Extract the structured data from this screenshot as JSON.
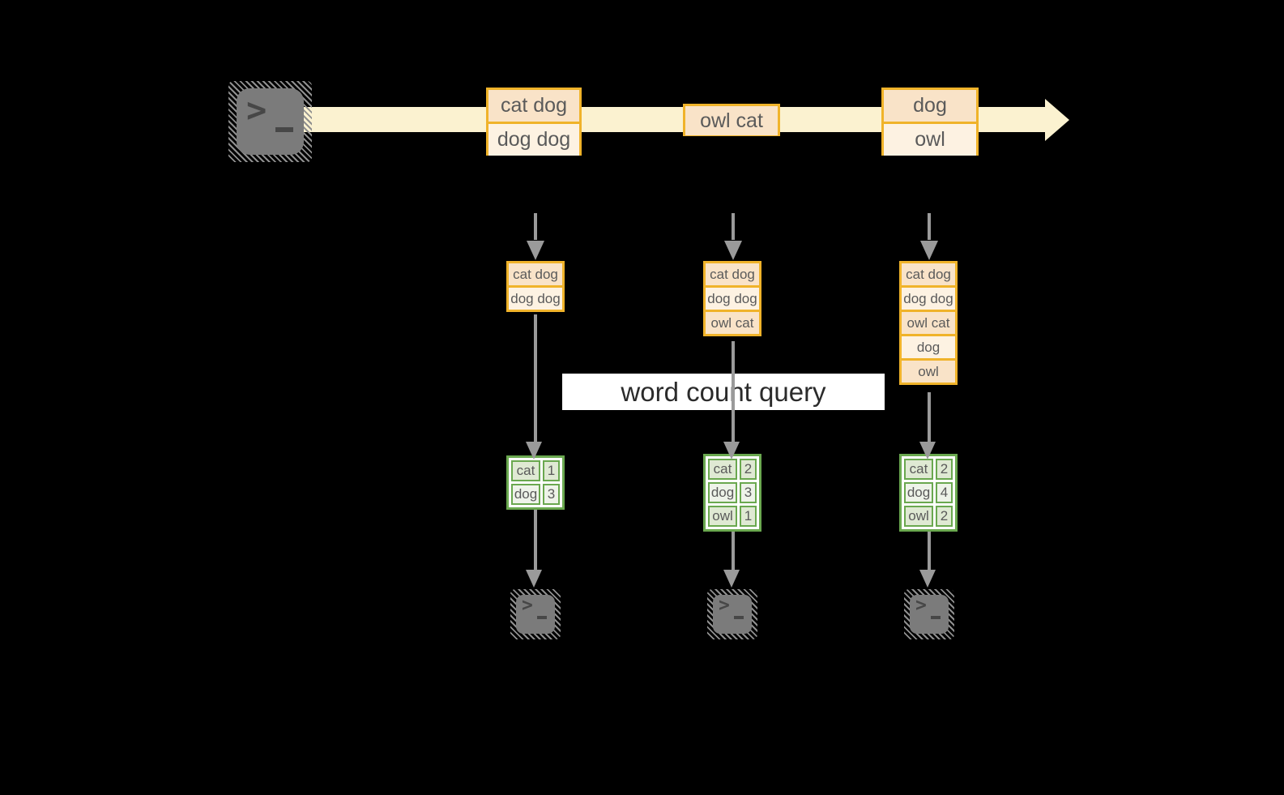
{
  "query_box": {
    "label": "word count query"
  },
  "stream": {
    "source_icon": "terminal-icon",
    "events": [
      {
        "rows": [
          "cat dog",
          "dog dog"
        ]
      },
      {
        "rows": [
          "owl cat"
        ]
      },
      {
        "rows": [
          "dog",
          "owl"
        ]
      }
    ]
  },
  "micro_batches": [
    {
      "rows": [
        "cat dog",
        "dog dog"
      ]
    },
    {
      "rows": [
        "cat dog",
        "dog dog",
        "owl cat"
      ]
    },
    {
      "rows": [
        "cat dog",
        "dog dog",
        "owl cat",
        "dog",
        "owl"
      ]
    }
  ],
  "result_tables": [
    {
      "rows": [
        {
          "word": "cat",
          "count": "1"
        },
        {
          "word": "dog",
          "count": "3"
        }
      ]
    },
    {
      "rows": [
        {
          "word": "cat",
          "count": "2"
        },
        {
          "word": "dog",
          "count": "3"
        },
        {
          "word": "owl",
          "count": "1"
        }
      ]
    },
    {
      "rows": [
        {
          "word": "cat",
          "count": "2"
        },
        {
          "word": "dog",
          "count": "4"
        },
        {
          "word": "owl",
          "count": "2"
        }
      ]
    }
  ],
  "colors": {
    "background": "#000000",
    "stream_band": "#fbf2d0",
    "box_border": "#f0b32a",
    "box_fill_peach": "#f9e3c8",
    "box_fill_cream": "#fdf2e2",
    "table_border": "#6aa84f",
    "table_fill_green": "#dfe9d3",
    "table_fill_light": "#eef3e9",
    "arrow_gray": "#9a9a9a",
    "icon_gray": "#7b7b7b",
    "query_box_bg": "#ffffff",
    "text_gray": "#5a5a5a"
  }
}
